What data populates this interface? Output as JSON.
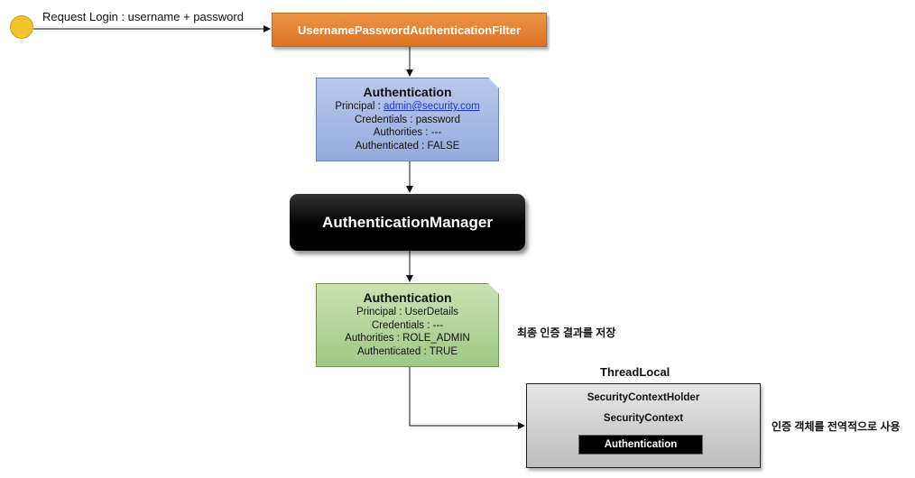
{
  "start": {
    "label": "Request Login : username + password"
  },
  "filter": {
    "label": "UsernamePasswordAuthenticationFilter"
  },
  "auth_before": {
    "title": "Authentication",
    "principal_prefix": "Principal : ",
    "principal_link": "admin@security.com",
    "credentials": "Credentials : password",
    "authorities": "Authorities : ---",
    "authenticated": "Authenticated : FALSE"
  },
  "manager": {
    "label": "AuthenticationManager"
  },
  "auth_after": {
    "title": "Authentication",
    "principal": "Principal : UserDetails",
    "credentials": "Credentials : ---",
    "authorities": "Authorities : ROLE_ADMIN",
    "authenticated": "Authenticated : TRUE"
  },
  "notes": {
    "save_result": "최종 인증 결과를 저장",
    "global_use": "인증 객체를 전역적으로 사용"
  },
  "threadlocal": {
    "label": "ThreadLocal",
    "holder": "SecurityContextHolder",
    "context": "SecurityContext",
    "authentication": "Authentication"
  },
  "colors": {
    "start_circle": "#f2c42b",
    "filter": "#e0782c",
    "auth_before": "#a6bae6",
    "auth_after": "#b2d49a",
    "manager": "#000000",
    "context_box": "#d0d0d0"
  }
}
